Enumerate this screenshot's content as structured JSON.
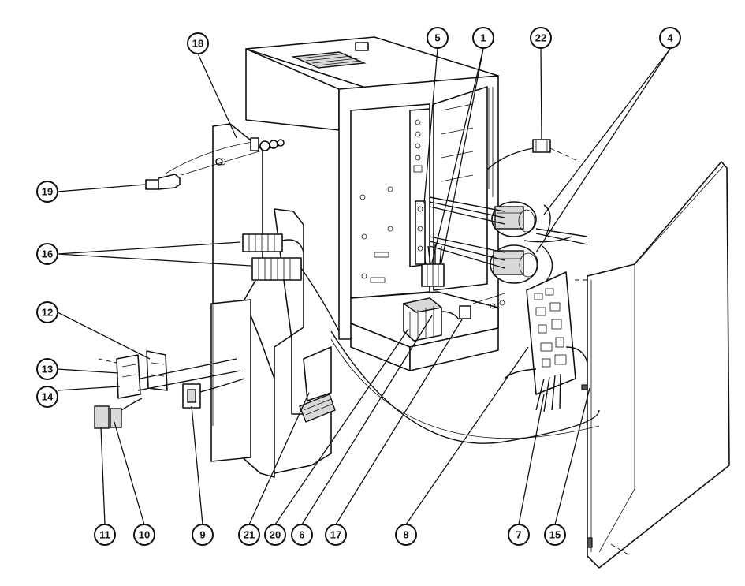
{
  "callouts": {
    "c1": "1",
    "c4": "4",
    "c5": "5",
    "c6": "6",
    "c7": "7",
    "c8": "8",
    "c9": "9",
    "c10": "10",
    "c11": "11",
    "c12": "12",
    "c13": "13",
    "c14": "14",
    "c15": "15",
    "c16": "16",
    "c17": "17",
    "c18": "18",
    "c19": "19",
    "c20": "20",
    "c21": "21",
    "c22": "22"
  }
}
